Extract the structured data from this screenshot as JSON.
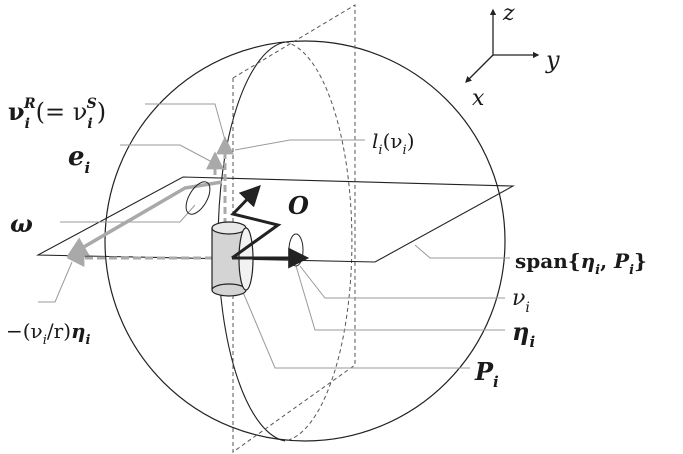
{
  "axes": {
    "z": "z",
    "y": "y",
    "x": "x"
  },
  "labels": {
    "nu_R": {
      "base": "ν",
      "sub": "i",
      "sup": "R",
      "rest": "(= ν",
      "rest_sub": "i",
      "rest_sup": "S",
      "close": ")"
    },
    "e_i": {
      "base": "e",
      "sub": "i"
    },
    "l_i": {
      "base": "l",
      "sub": "i",
      "arg": "(ν",
      "arg_sub": "i",
      "arg_close": ")"
    },
    "omega": {
      "text": "ω"
    },
    "O": {
      "text": "O"
    },
    "span": {
      "prefix": "span{",
      "eta": "η",
      "eta_sub": "i",
      "comma": ", ",
      "P": "P",
      "P_sub": "i",
      "close": "}"
    },
    "neg_term": {
      "text": "−(ν",
      "sub1": "i",
      "mid": "/r)",
      "eta": "η",
      "sub2": "i"
    },
    "nu_i": {
      "base": "ν",
      "sub": "i"
    },
    "eta_i": {
      "base": "η",
      "sub": "i"
    },
    "P_i": {
      "base": "P",
      "sub": "i"
    }
  },
  "colors": {
    "line": "#222222",
    "grey_line": "#9a9a9a",
    "grey_arrow": "#a9a9a9",
    "wheel_fill": "#d4d4d4",
    "text": "#1a1a1a"
  }
}
